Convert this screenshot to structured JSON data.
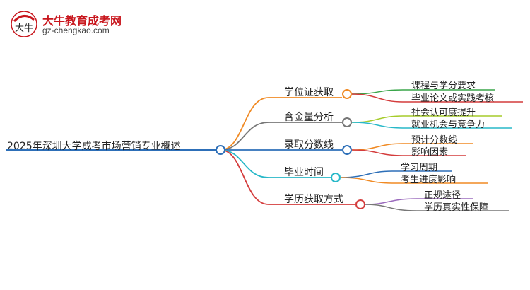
{
  "logo": {
    "badge_text": "大牛",
    "title": "大牛教育成考网",
    "url": "gz-chengkao.com"
  },
  "root": {
    "label": "2025年深圳大学成考市场营销专业概述"
  },
  "branches": [
    {
      "label": "学位证获取",
      "color": "#f08a24",
      "leaves": [
        {
          "label": "课程与学分要求",
          "color": "#3aa64a"
        },
        {
          "label": "毕业论文或实践考核",
          "color": "#d43c3c"
        }
      ]
    },
    {
      "label": "含金量分析",
      "color": "#777777",
      "leaves": [
        {
          "label": "社会认可度提升",
          "color": "#a6cc2a"
        },
        {
          "label": "就业机会与竞争力",
          "color": "#28b8c8"
        }
      ]
    },
    {
      "label": "录取分数线",
      "color": "#2d6fb8",
      "leaves": [
        {
          "label": "预计分数线",
          "color": "#f08a24"
        },
        {
          "label": "影响因素",
          "color": "#d43c3c"
        }
      ]
    },
    {
      "label": "毕业时间",
      "color": "#28b8c8",
      "leaves": [
        {
          "label": "学习周期",
          "color": "#2d6fb8"
        },
        {
          "label": "考生进度影响",
          "color": "#f08a24"
        }
      ]
    },
    {
      "label": "学历获取方式",
      "color": "#d43c3c",
      "leaves": [
        {
          "label": "正规途径",
          "color": "#9b6bbd"
        },
        {
          "label": "学历真实性保障",
          "color": "#777777"
        }
      ]
    }
  ],
  "root_color": "#2d6fb8"
}
